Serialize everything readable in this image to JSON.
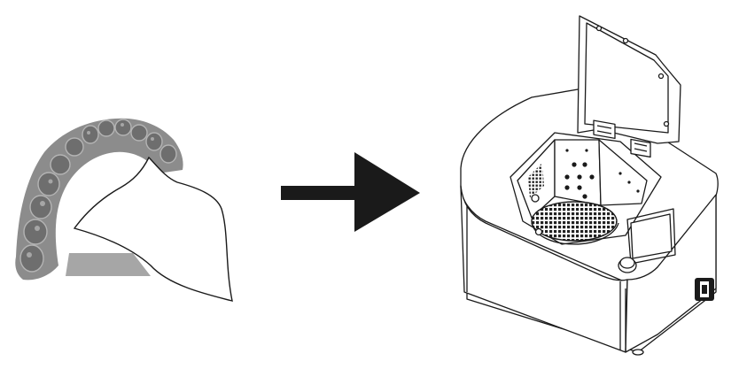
{
  "diagram": {
    "steps": [
      {
        "name": "dental-model",
        "depicts": "3d-printed-dental-arch-with-wrapping"
      },
      {
        "name": "curing-device",
        "depicts": "post-curing-chamber-with-open-lid"
      }
    ],
    "connector": "right-arrow-icon",
    "colors": {
      "model_gray": "#8c8c8c",
      "model_dark": "#6e6e6e",
      "model_light": "#b4b4b4",
      "base_gray": "#a6a6a6",
      "outline": "#1a1a1a",
      "arrow": "#1a1a1a",
      "mesh": "#222222",
      "paper": "#ffffff"
    }
  }
}
